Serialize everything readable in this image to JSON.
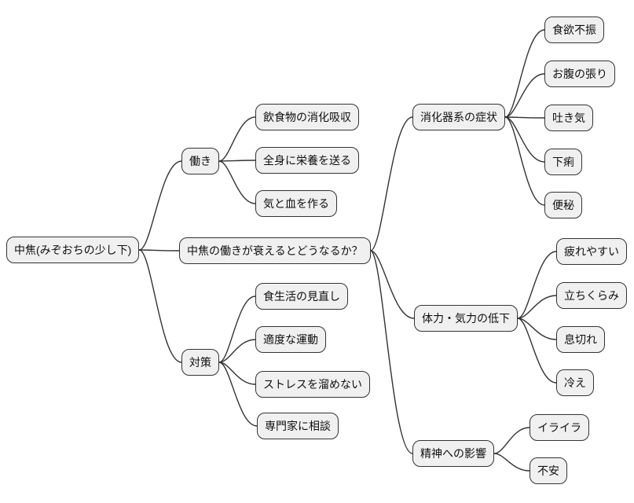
{
  "diagram": {
    "type": "mindmap",
    "root": {
      "label": "中焦(みぞおちの少し下)"
    },
    "branches": [
      {
        "label": "働き",
        "children": [
          {
            "label": "飲食物の消化吸収"
          },
          {
            "label": "全身に栄養を送る"
          },
          {
            "label": "気と血を作る"
          }
        ]
      },
      {
        "label": "中焦の働きが衰えるとどうなるか？",
        "children": [
          {
            "label": "消化器系の症状",
            "children": [
              {
                "label": "食欲不振"
              },
              {
                "label": "お腹の張り"
              },
              {
                "label": "吐き気"
              },
              {
                "label": "下痢"
              },
              {
                "label": "便秘"
              }
            ]
          },
          {
            "label": "体力・気力の低下",
            "children": [
              {
                "label": "疲れやすい"
              },
              {
                "label": "立ちくらみ"
              },
              {
                "label": "息切れ"
              },
              {
                "label": "冷え"
              }
            ]
          },
          {
            "label": "精神への影響",
            "children": [
              {
                "label": "イライラ"
              },
              {
                "label": "不安"
              }
            ]
          }
        ]
      },
      {
        "label": "対策",
        "children": [
          {
            "label": "食生活の見直し"
          },
          {
            "label": "適度な運動"
          },
          {
            "label": "ストレスを溜めない"
          },
          {
            "label": "専門家に相談"
          }
        ]
      }
    ]
  },
  "style": {
    "node_fill": "#f0f0f0",
    "node_border": "#333333",
    "edge_color": "#333333",
    "background": "#ffffff"
  }
}
